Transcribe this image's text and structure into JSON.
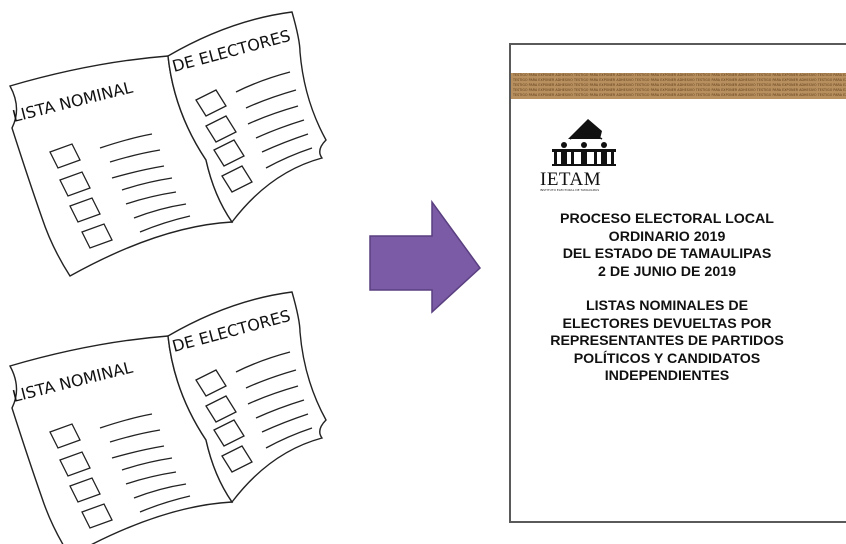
{
  "books": [
    {
      "left_label": "LISTA NOMINAL",
      "right_label": "DE ELECTORES"
    },
    {
      "left_label": "LISTA NOMINAL",
      "right_label": "DE ELECTORES"
    }
  ],
  "arrow": {
    "color": "#7b5aa6",
    "stroke": "#5a3f80"
  },
  "cover": {
    "band_text": "TESTIGO PARA EXPONER ADHESIVO   TESTIGO PARA EXPONER ADHESIVO   TESTIGO PARA EXPONER ADHESIVO   TESTIGO PARA EXPONER ADHESIVO   TESTIGO PARA EXPONER ADHESIVO   TESTIGO PARA EXPONER ADHESIVO   TESTIGO PARA EXPONER ADHESIVO   TESTIGO PARA EXPONER ADHESIVO",
    "logo_word": "IETAM",
    "logo_sub": "INSTITUTO ELECTORAL DE TAMAULIPAS",
    "title_lines": [
      "PROCESO ELECTORAL LOCAL",
      "ORDINARIO 2019",
      "DEL ESTADO DE TAMAULIPAS",
      "2 DE JUNIO DE 2019"
    ],
    "subtitle_lines": [
      "LISTAS NOMINALES DE",
      "ELECTORES DEVUELTAS POR",
      "REPRESENTANTES DE PARTIDOS",
      "POLÍTICOS Y CANDIDATOS",
      "INDEPENDIENTES"
    ]
  }
}
